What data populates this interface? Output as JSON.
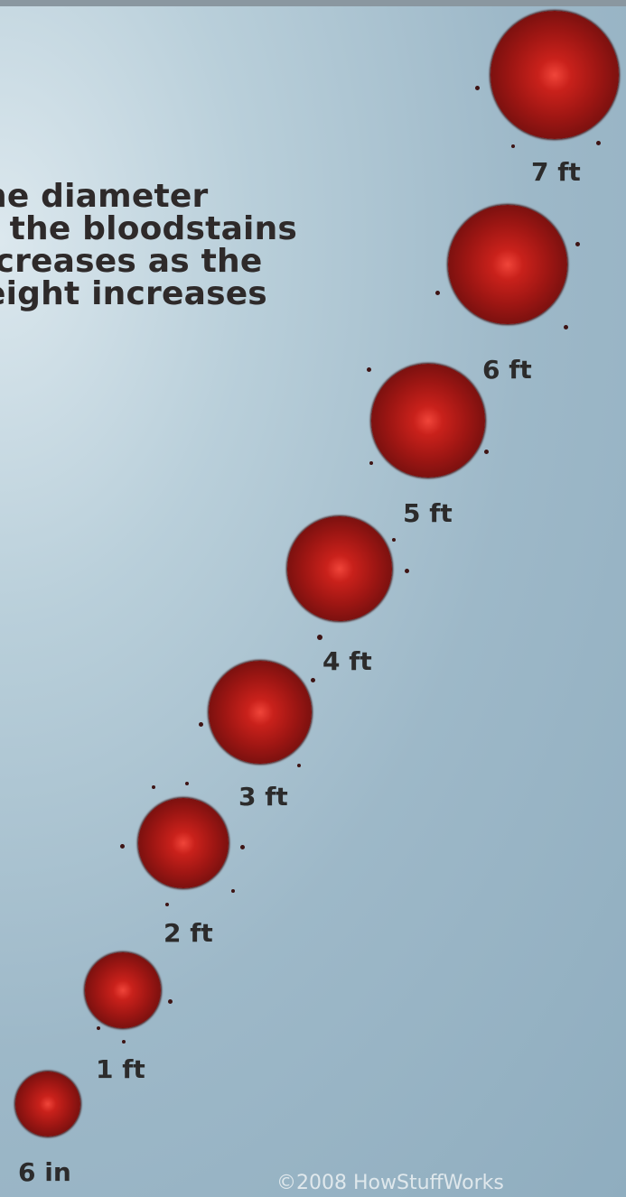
{
  "caption": {
    "lines": [
      "he diameter",
      "f the bloodstains",
      "icreases as the",
      "eight increases"
    ]
  },
  "stains": [
    {
      "height_label": "7 ft"
    },
    {
      "height_label": "6 ft"
    },
    {
      "height_label": "5 ft"
    },
    {
      "height_label": "4 ft"
    },
    {
      "height_label": "3 ft"
    },
    {
      "height_label": "2 ft"
    },
    {
      "height_label": "1 ft"
    },
    {
      "height_label": "6 in"
    }
  ],
  "copyright": "©2008 HowStuffWorks",
  "colors": {
    "stain": "#9e1613",
    "stain_highlight": "#f0453a",
    "background": "#9db8c8"
  }
}
